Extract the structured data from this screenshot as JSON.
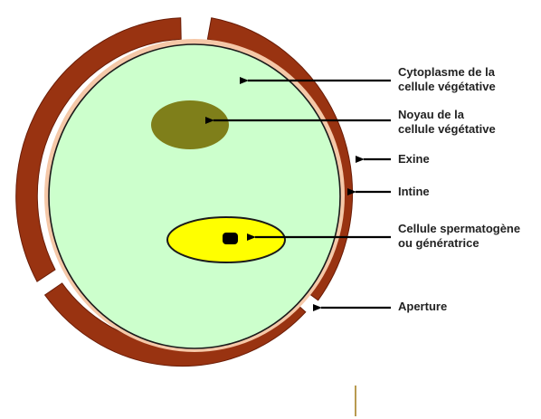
{
  "colors": {
    "exine": "#993311",
    "intine": "#f5c8a8",
    "cytoplasm": "#ccffcc",
    "vegetative_nucleus": "#7f7f1a",
    "generative_cell": "#ffff00",
    "generative_nucleus": "#000000",
    "arrow": "#000000"
  },
  "labels": {
    "cytoplasm": "Cytoplasme de la\ncellule végétative",
    "nucleus": "Noyau de la\ncellule végétative",
    "exine": "Exine",
    "intine": "Intine",
    "generative": "Cellule spermatogène\nou génératrice",
    "aperture": "Aperture"
  }
}
